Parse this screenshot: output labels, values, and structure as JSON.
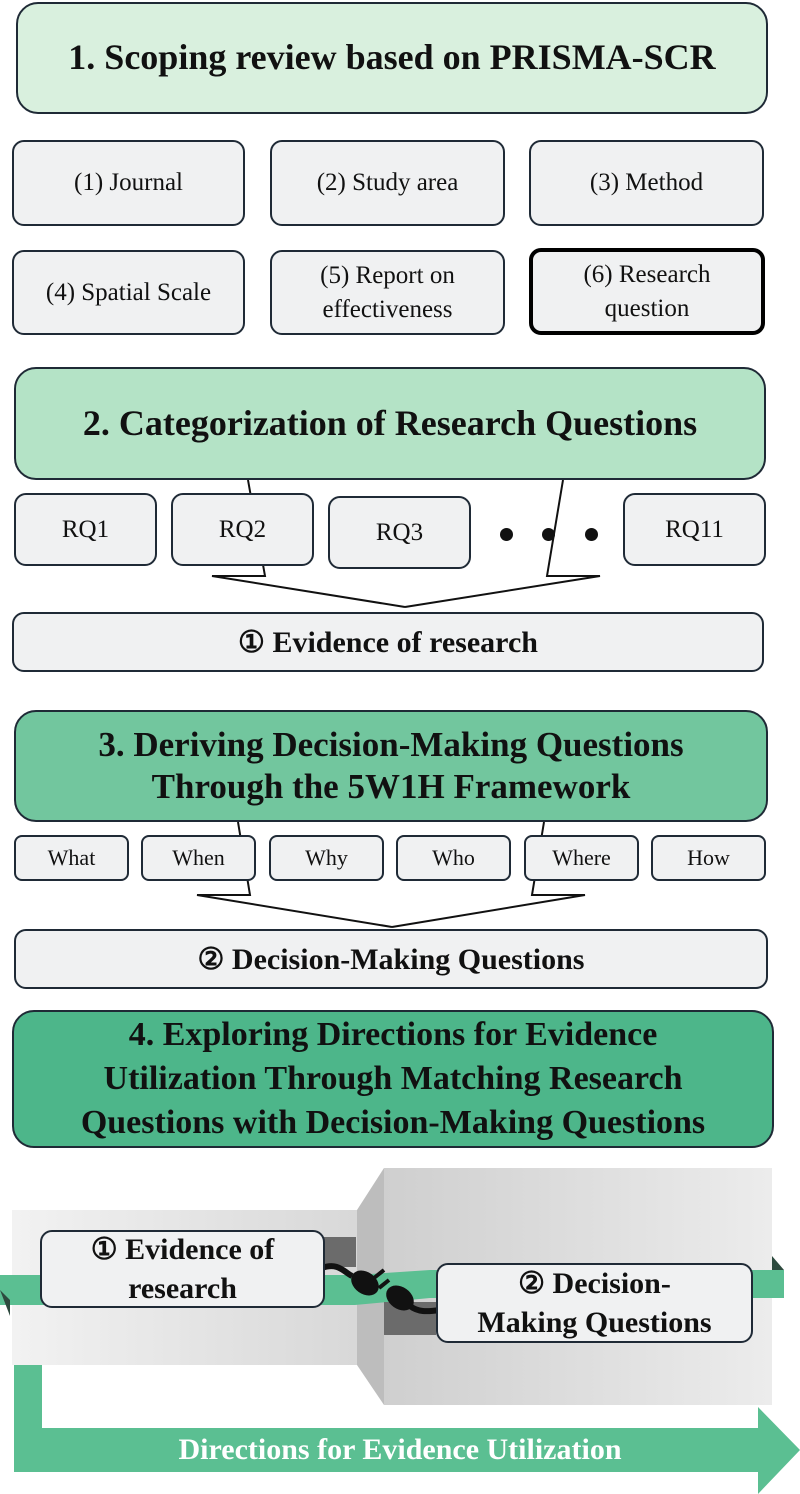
{
  "colors": {
    "step1": "#d9f0de",
    "step2": "#b4e3c6",
    "step3": "#72c69e",
    "step4": "#4db68a",
    "arrow": "#5bbf92",
    "border": "#1f2a36"
  },
  "step1": {
    "title": "1. Scoping review based on PRISMA-SCR",
    "items": [
      "(1) Journal",
      "(2) Study area",
      "(3) Method",
      "(4) Spatial Scale",
      "(5) Report on effectiveness",
      "(6) Research question"
    ]
  },
  "step2": {
    "title": "2. Categorization of Research Questions",
    "rqs": [
      "RQ1",
      "RQ2",
      "RQ3",
      "RQ11"
    ],
    "evidence": "① Evidence of research"
  },
  "step3": {
    "title_line1": "3. Deriving Decision-Making Questions",
    "title_line2": "Through the 5W1H Framework",
    "w": [
      "What",
      "When",
      "Why",
      "Who",
      "Where",
      "How"
    ],
    "decision": "② Decision-Making Questions"
  },
  "step4": {
    "title_line1": "4. Exploring Directions for Evidence",
    "title_line2": "Utilization Through Matching Research",
    "title_line3": "Questions with Decision-Making Questions",
    "evidence_line1": "① Evidence of",
    "evidence_line2": "research",
    "decision_line1": "② Decision-",
    "decision_line2": "Making Questions",
    "arrow_label": "Directions for Evidence Utilization"
  }
}
